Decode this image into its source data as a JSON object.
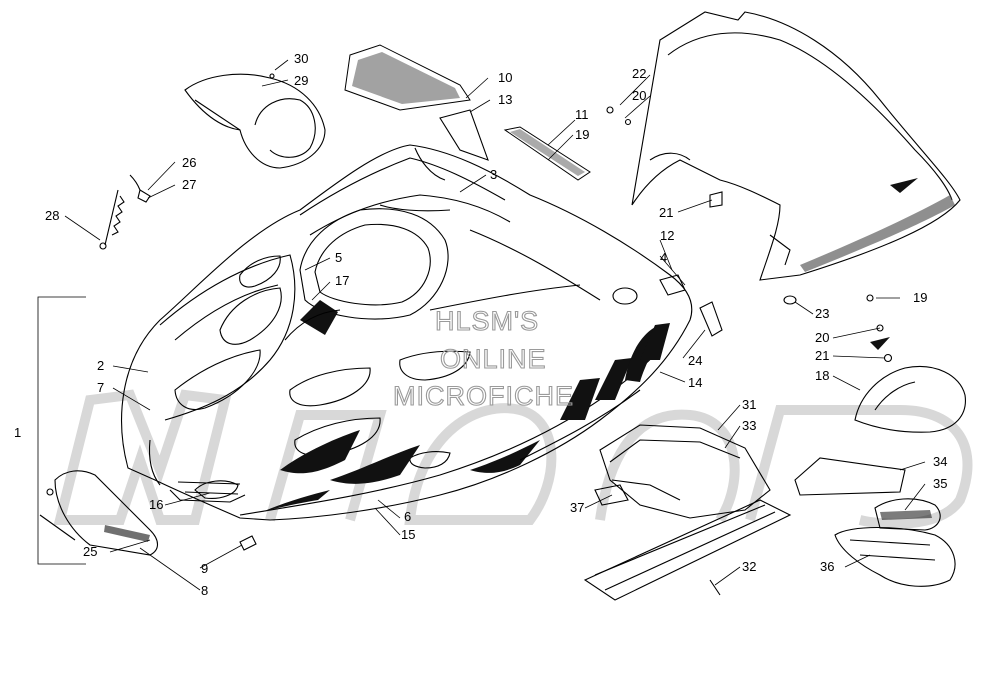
{
  "watermark": {
    "line1": "HLSM'S",
    "line2": "ONLINE",
    "line3": "MICROFICHE"
  },
  "callouts": [
    {
      "id": "c1",
      "text": "1"
    },
    {
      "id": "c2",
      "text": "2"
    },
    {
      "id": "c3",
      "text": "3"
    },
    {
      "id": "c4",
      "text": "4"
    },
    {
      "id": "c5",
      "text": "5"
    },
    {
      "id": "c6",
      "text": "6"
    },
    {
      "id": "c7",
      "text": "7"
    },
    {
      "id": "c8",
      "text": "8"
    },
    {
      "id": "c9",
      "text": "9"
    },
    {
      "id": "c10",
      "text": "10"
    },
    {
      "id": "c11",
      "text": "11"
    },
    {
      "id": "c12",
      "text": "12"
    },
    {
      "id": "c13",
      "text": "13"
    },
    {
      "id": "c14",
      "text": "14"
    },
    {
      "id": "c15",
      "text": "15"
    },
    {
      "id": "c16",
      "text": "16"
    },
    {
      "id": "c17",
      "text": "17"
    },
    {
      "id": "c18",
      "text": "18"
    },
    {
      "id": "c19a",
      "text": "19"
    },
    {
      "id": "c19b",
      "text": "19"
    },
    {
      "id": "c20a",
      "text": "20"
    },
    {
      "id": "c20b",
      "text": "20"
    },
    {
      "id": "c21a",
      "text": "21"
    },
    {
      "id": "c21b",
      "text": "21"
    },
    {
      "id": "c22",
      "text": "22"
    },
    {
      "id": "c23",
      "text": "23"
    },
    {
      "id": "c24",
      "text": "24"
    },
    {
      "id": "c25",
      "text": "25"
    },
    {
      "id": "c26",
      "text": "26"
    },
    {
      "id": "c27",
      "text": "27"
    },
    {
      "id": "c28",
      "text": "28"
    },
    {
      "id": "c29",
      "text": "29"
    },
    {
      "id": "c30",
      "text": "30"
    },
    {
      "id": "c31",
      "text": "31"
    },
    {
      "id": "c32",
      "text": "32"
    },
    {
      "id": "c33",
      "text": "33"
    },
    {
      "id": "c34",
      "text": "34"
    },
    {
      "id": "c35",
      "text": "35"
    },
    {
      "id": "c36",
      "text": "36"
    },
    {
      "id": "c37",
      "text": "37"
    }
  ]
}
